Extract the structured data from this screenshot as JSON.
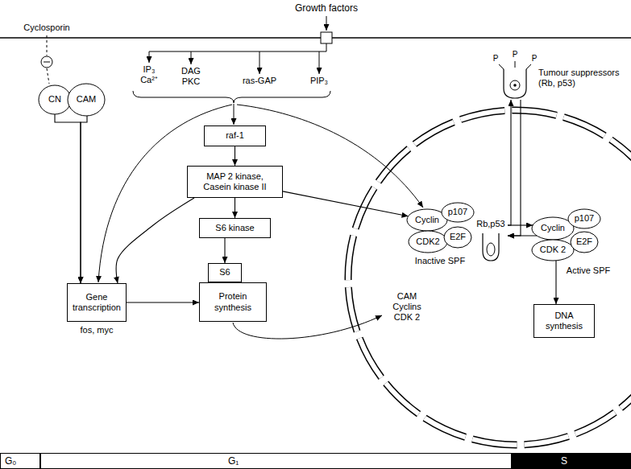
{
  "diagram": {
    "nodes": [
      {
        "text": [
          "CN"
        ]
      },
      {
        "text": [
          "CAM"
        ]
      },
      {
        "text": [
          "Tumour suppressors (Rb, p53)"
        ]
      },
      {
        "text": [
          "raf-1"
        ]
      },
      {
        "text": [
          "MAP 2 kinase, Casein kinase II"
        ]
      },
      {
        "text": [
          "S6 kinase"
        ]
      },
      {
        "text": [
          "Cyclin"
        ]
      },
      {
        "text": [
          "p107"
        ]
      },
      {
        "text": [
          "Rb,p53"
        ]
      },
      {
        "text": [
          "CDK2"
        ]
      },
      {
        "text": [
          "E2F"
        ]
      },
      {
        "text": [
          "Cyclin"
        ]
      },
      {
        "text": [
          "p107"
        ]
      },
      {
        "text": [
          "CDK 2"
        ]
      },
      {
        "text": [
          "E2F"
        ]
      },
      {
        "text": [
          "S6"
        ]
      },
      {
        "text": [
          "Gene transcription"
        ]
      },
      {
        "text": [
          "Protein synthesis"
        ]
      },
      {
        "text": [
          "DNA synthesis"
        ]
      },
      {
        "text": [
          "G₀"
        ]
      },
      {
        "text": [
          "G₁"
        ]
      },
      {
        "text": [
          "S"
        ]
      }
    ],
    "edges": [
      {
        "from": 0,
        "to": 16,
        "arrow": "to"
      },
      {
        "from": 1,
        "to": 16,
        "arrow": "to"
      },
      {
        "from": 3,
        "to": 4,
        "arrow": "to"
      },
      {
        "from": 4,
        "to": 5,
        "arrow": "to"
      },
      {
        "from": 5,
        "to": 15,
        "arrow": "to"
      },
      {
        "from": 4,
        "to": 16,
        "arrow": "to"
      },
      {
        "from": 4,
        "to": 6,
        "arrow": "to"
      },
      {
        "from": 16,
        "to": 17,
        "arrow": "to"
      },
      {
        "from": 8,
        "to": 11,
        "arrow": "to"
      },
      {
        "from": 11,
        "to": 8,
        "arrow": "to"
      },
      {
        "from": 8,
        "to": 2,
        "arrow": "to"
      },
      {
        "from": 2,
        "to": 8,
        "arrow": "to"
      },
      {
        "from": 13,
        "to": 18,
        "arrow": "to"
      }
    ],
    "labels": [
      "Cyclosporin",
      "Growth factors",
      "IP₃ Ca²⁺",
      "DAG PKC",
      "ras-GAP",
      "PIP₃",
      "P",
      "P",
      "P",
      "Inactive SPF",
      "Active SPF",
      "fos, myc",
      "CAM Cyclins CDK 2"
    ]
  }
}
